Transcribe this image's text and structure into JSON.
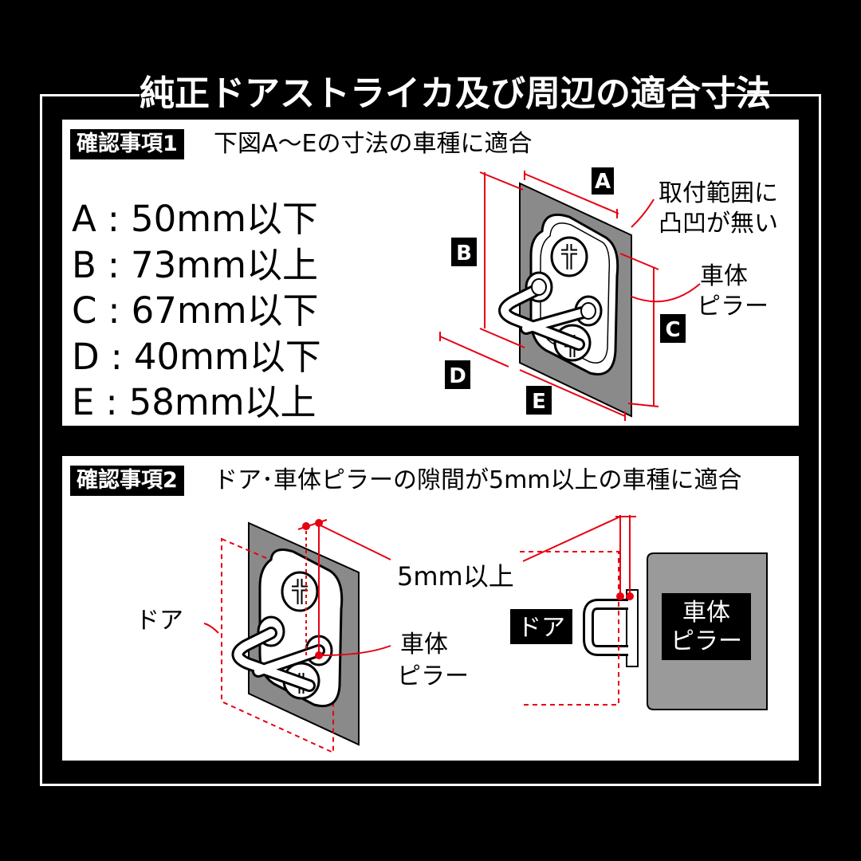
{
  "title": "純正ドアストライカ及び周辺の適合寸法",
  "check1": {
    "tag": "確認事項1",
    "text": "下図A～Eの寸法の車種に適合",
    "specs": [
      {
        "letter": "A",
        "sep": ":",
        "value": "50mm以下"
      },
      {
        "letter": "B",
        "sep": ":",
        "value": "73mm以上"
      },
      {
        "letter": "C",
        "sep": ":",
        "value": "67mm以下"
      },
      {
        "letter": "D",
        "sep": ":",
        "value": "40mm以下"
      },
      {
        "letter": "E",
        "sep": ":",
        "value": "58mm以上"
      }
    ],
    "diagram": {
      "badges": [
        "A",
        "B",
        "C",
        "D",
        "E"
      ],
      "mount_note_line1": "取付範囲に",
      "mount_note_line2": "凸凹が無い",
      "pillar_line1": "車体",
      "pillar_line2": "ピラー"
    }
  },
  "check2": {
    "tag": "確認事項2",
    "text": "ドア･車体ピラーの隙間が5mm以上の車種に適合",
    "diagram": {
      "gap_label": "5mm以上",
      "door_label": "ドア",
      "pillar_line1": "車体",
      "pillar_line2": "ピラー",
      "side_door_label": "ドア",
      "side_pillar_line1": "車体",
      "side_pillar_line2": "ピラー"
    }
  },
  "colors": {
    "background": "#000000",
    "panel": "#ffffff",
    "accent_red": "#e60012",
    "plate_gray": "#8a8a8a",
    "pillar_gray": "#9a9a9a"
  }
}
